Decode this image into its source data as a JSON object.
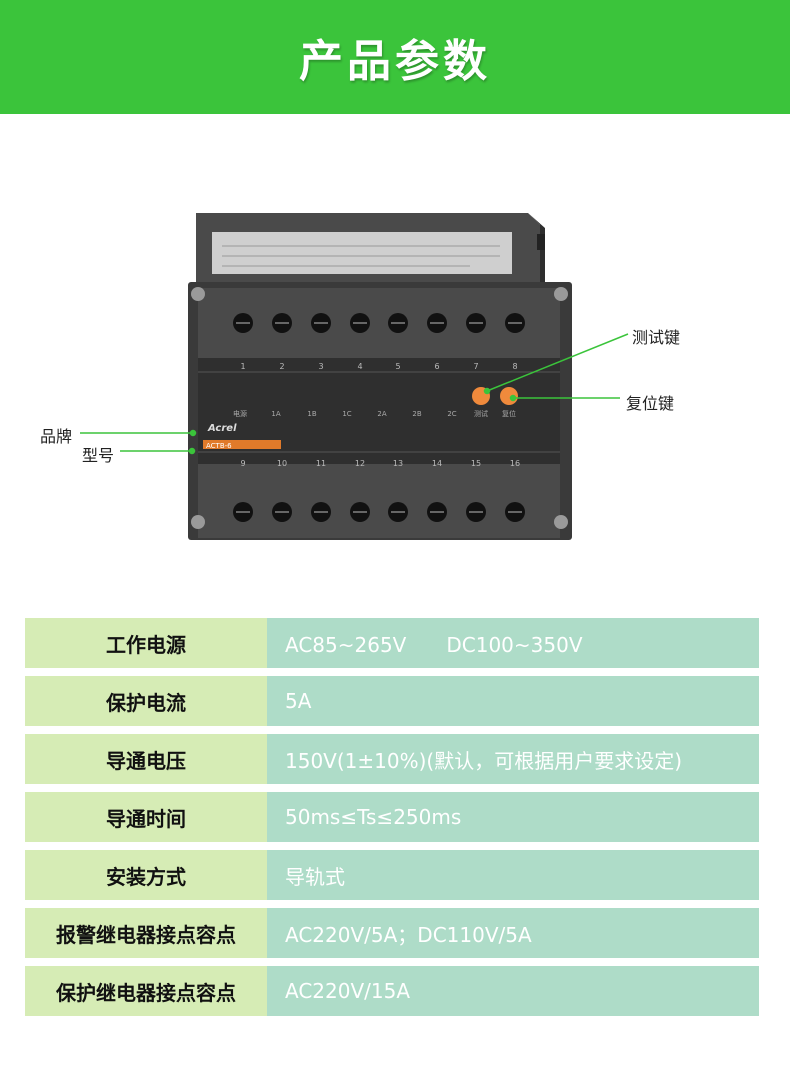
{
  "header": {
    "title": "产品参数"
  },
  "device": {
    "callouts": {
      "test_key": "测试键",
      "reset_key": "复位键",
      "brand": "品牌",
      "model": "型号"
    },
    "top_terminal_numbers": [
      "1",
      "2",
      "3",
      "4",
      "5",
      "6",
      "7",
      "8"
    ],
    "bottom_terminal_numbers": [
      "9",
      "10",
      "11",
      "12",
      "13",
      "14",
      "15",
      "16"
    ],
    "terminal_labels": [
      "电源",
      "1A",
      "1B",
      "1C",
      "2A",
      "2B",
      "2C",
      "测试",
      "复位"
    ],
    "brand_logo_text": "Acrel",
    "model_plate_text": "ACTB-6",
    "colors": {
      "body": "#3a3a3a",
      "buttons": "#f08a3c",
      "callout_line": "#3bc43b"
    }
  },
  "specs": [
    {
      "label": "工作电源",
      "value": "AC85~265V　　DC100~350V"
    },
    {
      "label": "保护电流",
      "value": "5A"
    },
    {
      "label": "导通电压",
      "value": "150V(1±10%)(默认，可根据用户要求设定)"
    },
    {
      "label": "导通时间",
      "value": "50ms≤Ts≤250ms"
    },
    {
      "label": "安装方式",
      "value": "导轨式"
    },
    {
      "label": "报警继电器接点容点",
      "value": "AC220V/5A；DC110V/5A"
    },
    {
      "label": "保护继电器接点容点",
      "value": "AC220V/15A"
    }
  ],
  "colors": {
    "banner": "#3bc43b",
    "label_bg": "#d6ecb5",
    "value_bg": "#aedcc8"
  }
}
